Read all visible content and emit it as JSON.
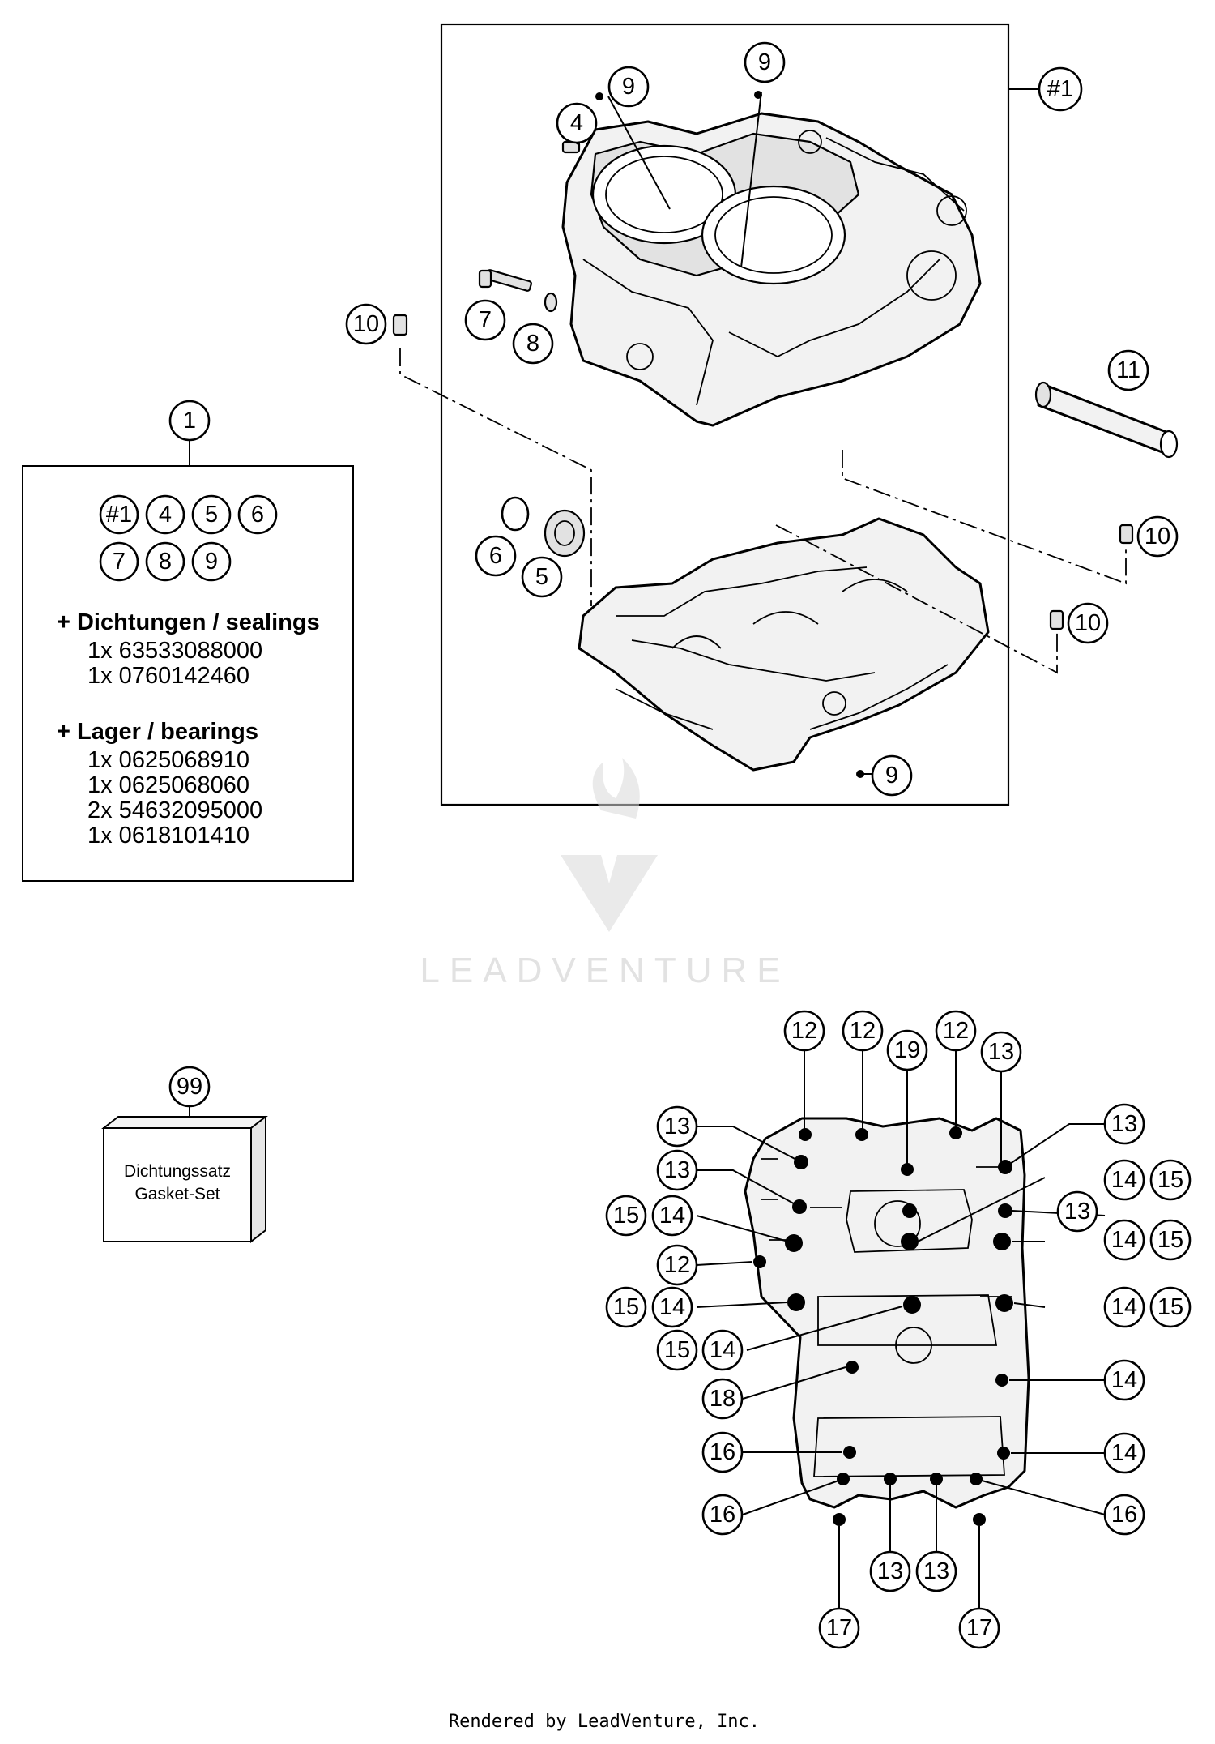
{
  "callouts": {
    "c9a": "9",
    "c9b": "9",
    "c4": "4",
    "c7": "7",
    "c8": "8",
    "c10a": "10",
    "c11": "11",
    "c6": "6",
    "c5": "5",
    "c10b": "10",
    "c10c": "10",
    "c9c": "9",
    "c1": "1",
    "ref1": "#1",
    "c99": "99",
    "b12a": "12",
    "b12b": "12",
    "b19": "19",
    "b12c": "12",
    "b13a": "13",
    "b13b": "13",
    "b13c": "13",
    "b14a": "14",
    "b15a": "15",
    "b15b": "15",
    "b14b": "14",
    "b13d": "13",
    "b14c": "14",
    "b15c": "15",
    "b12d": "12",
    "b15d": "15",
    "b14d": "14",
    "b14e": "14",
    "b15e": "15",
    "b15f": "15",
    "b14f": "14",
    "b18": "18",
    "b14g": "14",
    "b16a": "16",
    "b14h": "14",
    "b16b": "16",
    "b16c": "16",
    "b13e": "13",
    "b13f": "13",
    "b17a": "17",
    "b17b": "17"
  },
  "kit": {
    "refs_row1": [
      "#1",
      "4",
      "5",
      "6"
    ],
    "refs_row2": [
      "7",
      "8",
      "9"
    ],
    "sealings_heading": "+ Dichtungen / sealings",
    "sealings": [
      "1x 63533088000",
      "1x 0760142460"
    ],
    "bearings_heading": "+ Lager / bearings",
    "bearings": [
      "1x 0625068910",
      "1x 0625068060",
      "2x 54632095000",
      "1x 0618101410"
    ]
  },
  "gasket_set": {
    "line1": "Dichtungssatz",
    "line2": "Gasket-Set"
  },
  "watermark": "LEADVENTURE",
  "footer": "Rendered by LeadVenture, Inc."
}
